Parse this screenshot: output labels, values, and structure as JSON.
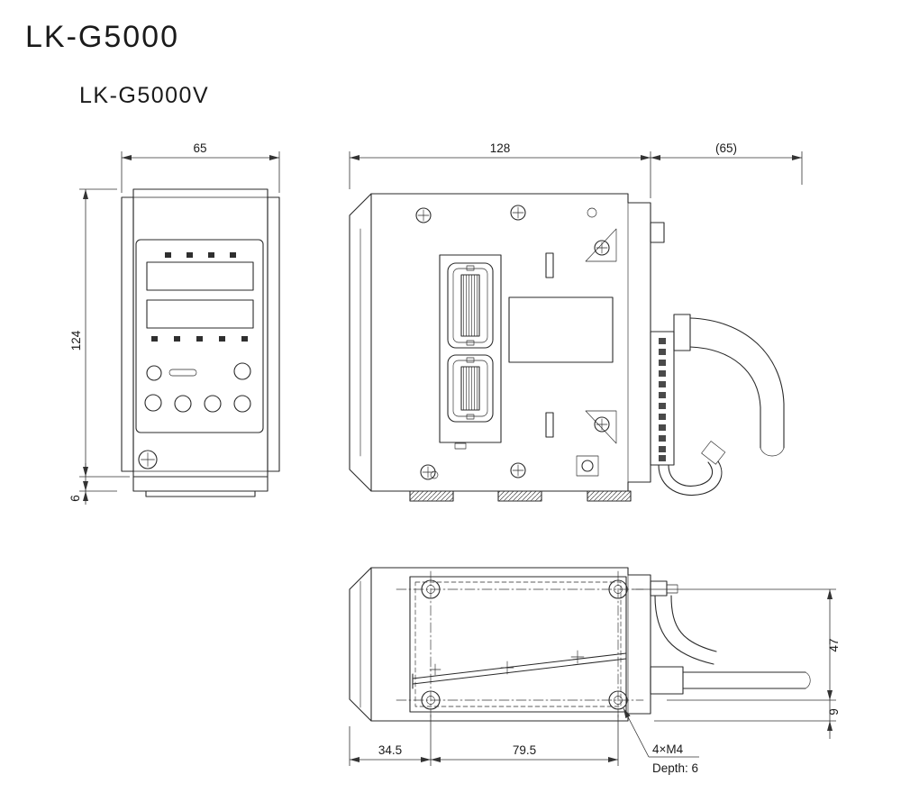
{
  "title": "LK-G5000",
  "subtitle": "LK-G5000V",
  "dims": {
    "front_width": "65",
    "front_height": "124",
    "front_base": "6",
    "side_width": "128",
    "side_cable_proj": "(65)",
    "plan_hole_offset": "34.5",
    "plan_hole_pitch": "79.5",
    "plan_hole_span": "47",
    "plan_base": "9",
    "tap_note": "4×M4",
    "tap_depth": "Depth: 6"
  }
}
